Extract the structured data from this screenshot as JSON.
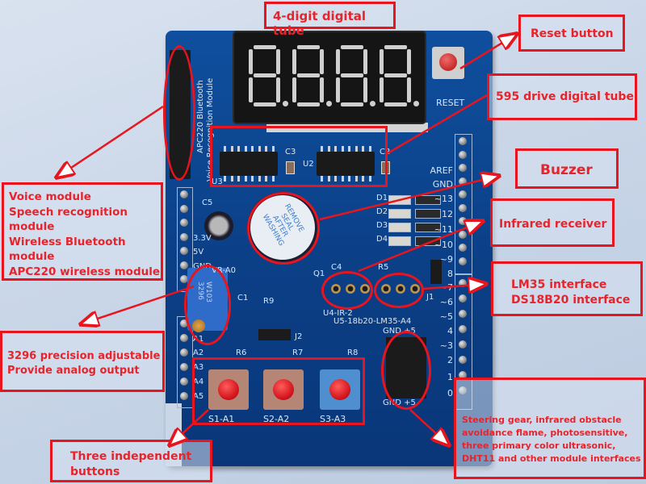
{
  "callouts": {
    "digital_tube": "4-digit digital tube",
    "reset_button": "Reset button",
    "drive_595": "595 drive digital tube",
    "buzzer": "Buzzer",
    "infrared": "Infrared receiver",
    "lm35": "LM35 interface\nDS18B20 interface",
    "voice_module": "Voice module\nSpeech recognition\nmodule\nWireless Bluetooth\nmodule\nAPC220 wireless module",
    "precision_pot": "3296 precision adjustable\nProvide analog output",
    "three_buttons": "Three independent\nbuttons",
    "module_interfaces": "Steering gear, infrared obstacle\navoidance flame, photosensitive,\nthree primary color ultrasonic,\nDHT11 and other module interfaces"
  },
  "board_labels": {
    "bt_module": "APC220 Bluetooth",
    "voice_recognition": "Voice Recognition Module",
    "reset": "RESET",
    "u2": "U2",
    "u3": "U3",
    "c2": "C2",
    "c3": "C3",
    "c5": "C5",
    "c4": "C4",
    "c1": "C1",
    "r5": "R5",
    "r6": "R6",
    "r7": "R7",
    "r8": "R8",
    "r9": "R9",
    "q1": "Q1",
    "j1": "J1",
    "j2": "J2",
    "vr": "VR-A0",
    "u4": "U4-IR-2",
    "u5": "U5-18b20-LM35-A4",
    "gnd_5v_top": "GND +5",
    "gnd_5v_bottom": "GND +5",
    "buzzer_seal": "REMOVE\nSEAL\nAFTER\nWASHING",
    "pot_marking": "W103\n3296",
    "s1": "S1-A1",
    "s2": "S2-A2",
    "s3": "S3-A3",
    "leds": [
      "D1",
      "D2",
      "D3",
      "D4"
    ],
    "right_pins": [
      "AREF",
      "GND",
      "~13",
      "12",
      "~11",
      "~10",
      "~9",
      "8",
      "~7",
      "~6",
      "~5",
      "4",
      "~3",
      "2",
      "1",
      "0"
    ],
    "left_power_pins": [
      "3.3V",
      "5V",
      "GND"
    ],
    "left_analog_pins": [
      "A1",
      "A2",
      "A3",
      "A4",
      "A5"
    ]
  },
  "colors": {
    "annotation_red": "#e8141e",
    "board_blue": "#0f4f9e",
    "background": "#d9e2ef"
  }
}
